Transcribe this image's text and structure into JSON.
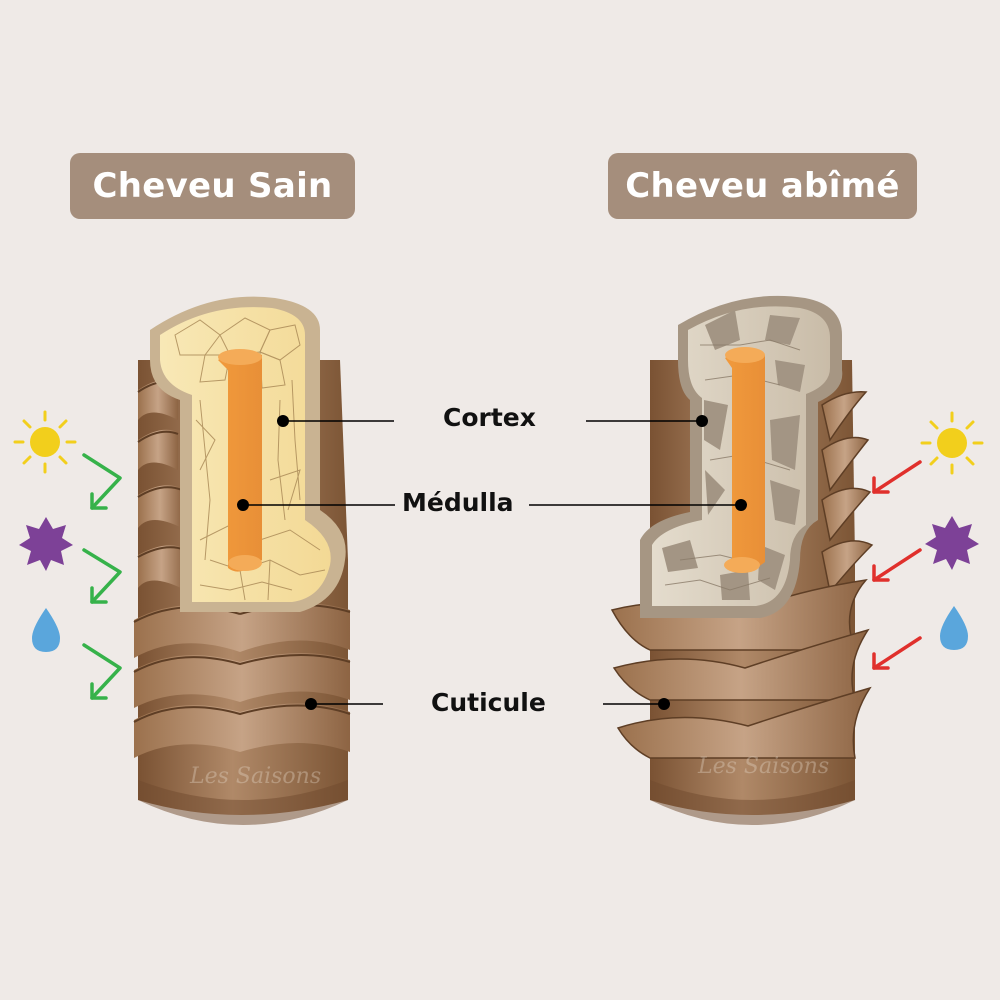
{
  "titles": {
    "healthy": "Cheveu Sain",
    "damaged": "Cheveu abîmé"
  },
  "labels": {
    "cortex": "Cortex",
    "medulla": "Médulla",
    "cuticle": "Cuticule"
  },
  "watermark": "Les Saisons",
  "icons": {
    "left": [
      "sun-icon",
      "burst-star-icon",
      "water-drop-icon"
    ],
    "right": [
      "sun-icon",
      "burst-star-icon",
      "water-drop-icon"
    ]
  },
  "colors": {
    "background": "#efeae7",
    "badge": "#a58e7c",
    "cuticle": "#8a6443",
    "cortex_healthy": "#f7e3a8",
    "cortex_damaged": "#d9cfbe",
    "medulla": "#eea045",
    "arrow_healthy": "#36b24a",
    "arrow_damaged": "#e0302c",
    "sun": "#f2cf1c",
    "star": "#7d4197",
    "drop": "#5aa6dc"
  }
}
